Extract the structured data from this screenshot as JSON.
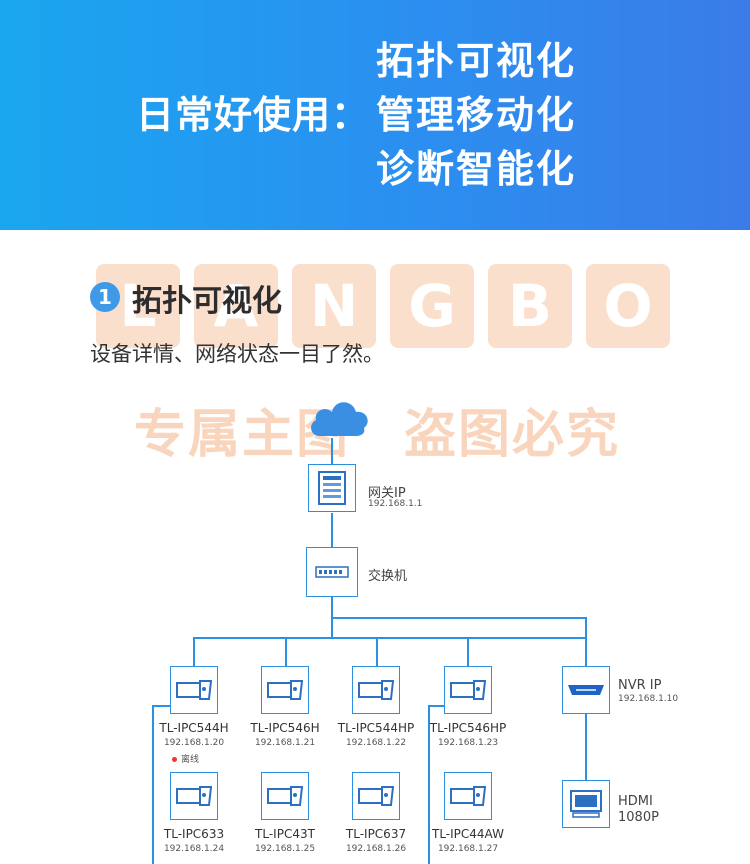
{
  "banner": {
    "lead": "日常好使用：",
    "lines": [
      "拓扑可视化",
      "管理移动化",
      "诊断智能化"
    ]
  },
  "watermark": {
    "letters": [
      "L",
      "A",
      "N",
      "G",
      "B",
      "O"
    ],
    "left": "专属主图",
    "right": "盗图必究"
  },
  "section": {
    "number": "1",
    "title": "拓扑可视化",
    "subtitle": "设备详情、网络状态一目了然。"
  },
  "topology": {
    "gateway": {
      "label": "网关IP",
      "ip": "192.168.1.1"
    },
    "switch": {
      "label": "交换机"
    },
    "nvr": {
      "label": "NVR IP",
      "ip": "192.168.1.10"
    },
    "hdmi": {
      "line1": "HDMI",
      "line2": "1080P"
    },
    "offline_label": "离线",
    "cameras_row1": [
      {
        "name": "TL-IPC544H",
        "ip": "192.168.1.20"
      },
      {
        "name": "TL-IPC546H",
        "ip": "192.168.1.21"
      },
      {
        "name": "TL-IPC544HP",
        "ip": "192.168.1.22"
      },
      {
        "name": "TL-IPC546HP",
        "ip": "192.168.1.23"
      }
    ],
    "cameras_row2": [
      {
        "name": "TL-IPC633",
        "ip": "192.168.1.24"
      },
      {
        "name": "TL-IPC43T",
        "ip": "192.168.1.25"
      },
      {
        "name": "TL-IPC637",
        "ip": "192.168.1.26"
      },
      {
        "name": "TL-IPC44AW",
        "ip": "192.168.1.27"
      }
    ]
  },
  "colors": {
    "banner_start": "#1aa6ef",
    "banner_end": "#3a7ce8",
    "line": "#2d8fe0",
    "section_badge": "#3f99e6"
  }
}
